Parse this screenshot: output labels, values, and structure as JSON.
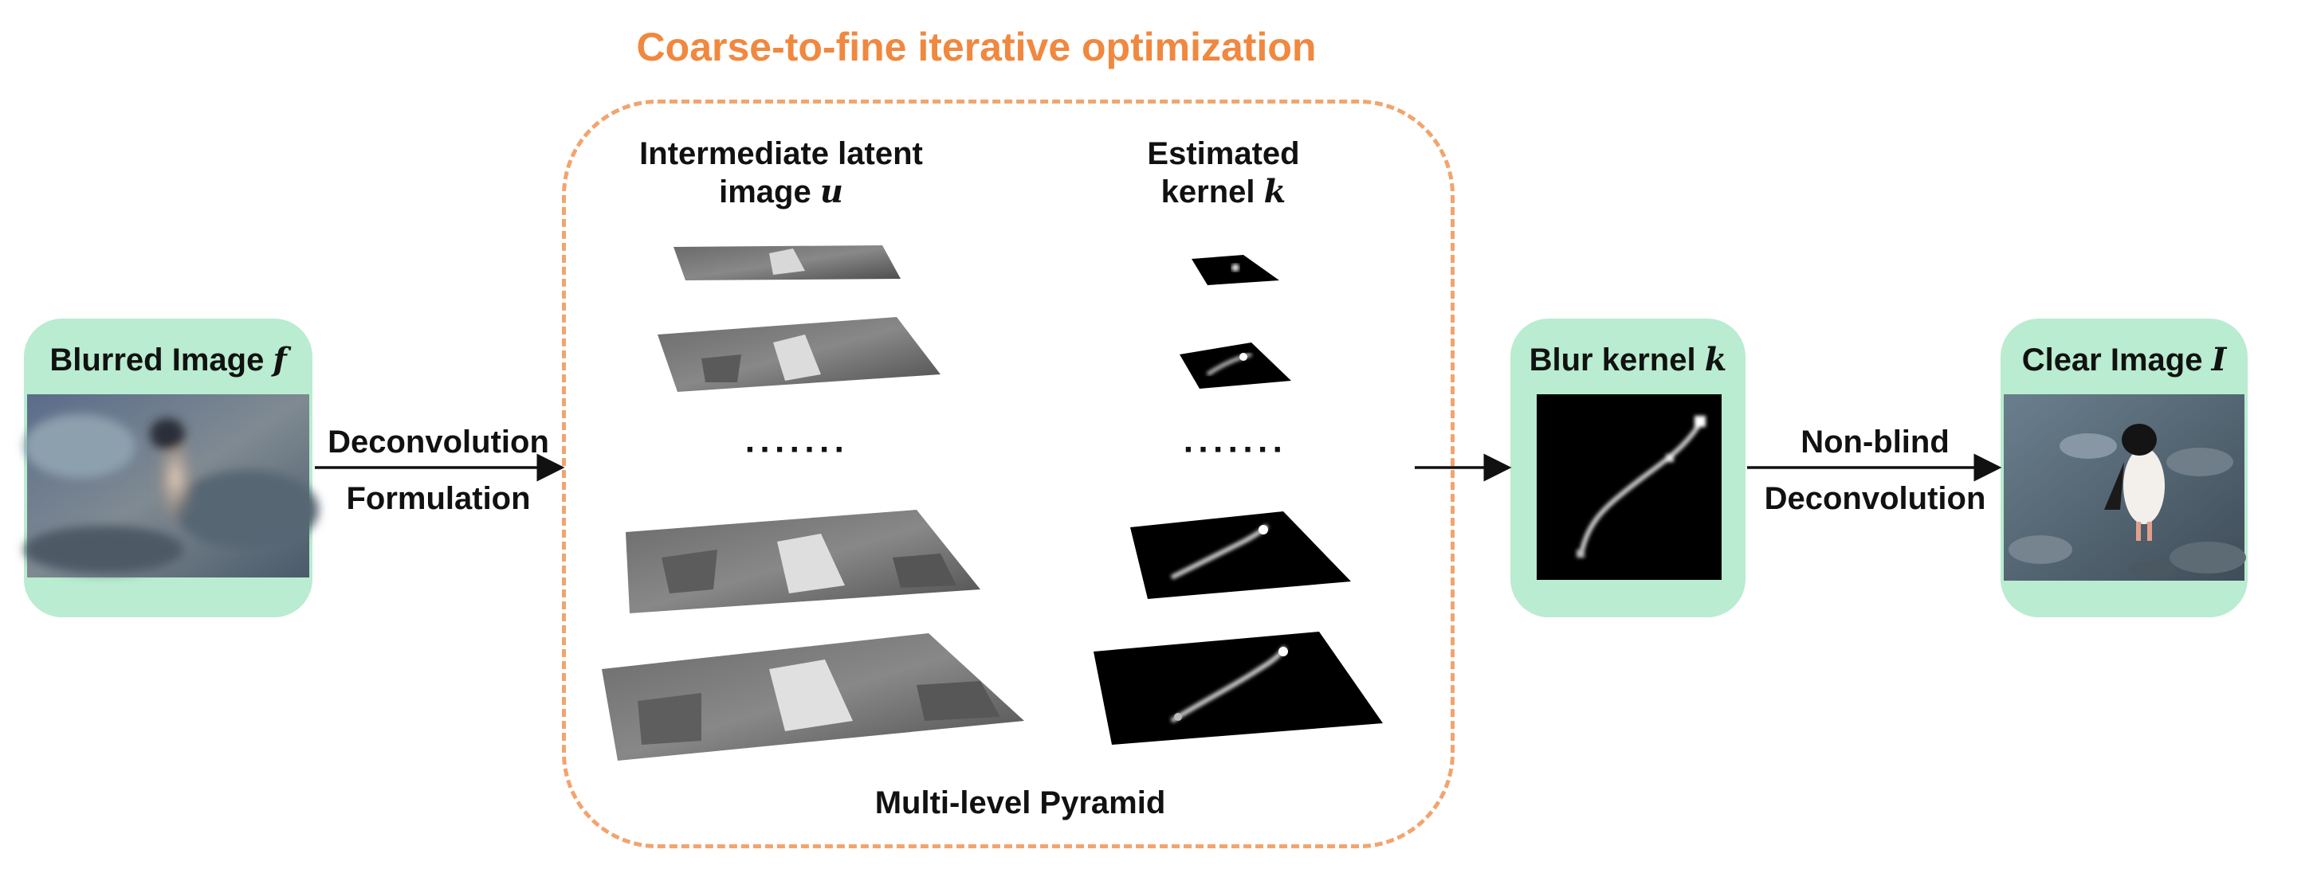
{
  "title": "Coarse-to-fine iterative optimization",
  "pyramid": {
    "latent_label_line1": "Intermediate latent",
    "latent_label_line2": "image",
    "latent_symbol": "u",
    "kernel_label_line1": "Estimated",
    "kernel_label_line2": "kernel",
    "kernel_symbol": "k",
    "ellipsis": "·······",
    "bottom_label": "Multi-level Pyramid"
  },
  "blurred": {
    "label": "Blurred Image",
    "symbol": "f"
  },
  "step1": {
    "line1": "Deconvolution",
    "line2": "Formulation"
  },
  "blur_kernel": {
    "label": "Blur kernel",
    "symbol": "k"
  },
  "step2": {
    "line1": "Non-blind",
    "line2": "Deconvolution"
  },
  "clear": {
    "label": "Clear Image",
    "symbol": "I"
  },
  "colors": {
    "accent_orange": "#f0883f",
    "dash_orange": "#f2a46e",
    "panel_green": "#b9ecd0"
  }
}
